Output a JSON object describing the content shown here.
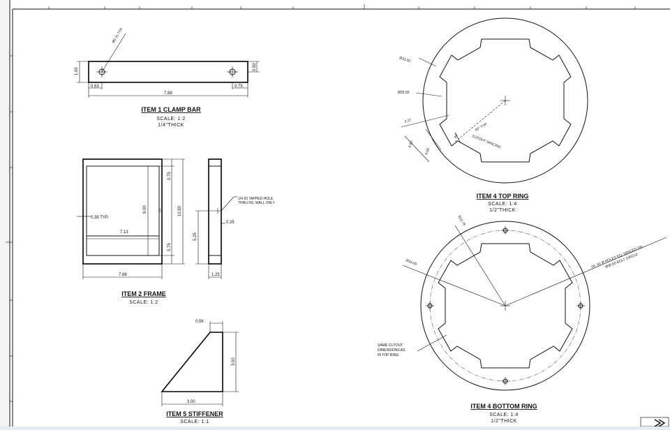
{
  "item1": {
    "title": "ITEM 1 CLAMP BAR",
    "scale": "SCALE: 1:2",
    "thick": "1/4\"THICK",
    "hole_dim": "Ø0.31 TYP.",
    "height": "1.00",
    "hole_v": "0.50",
    "left_hole": "0.63",
    "right_hole": "0.75",
    "length": "7.88"
  },
  "item2": {
    "title": "ITEM 2 FRAME",
    "scale": "SCALE: 1:2",
    "inner_h": "9.00",
    "overall_h": "10.50",
    "top_offset": "0.75",
    "bot_offset": "0.75",
    "left_typ": "0.38 TYP.",
    "inner_w": "7.13",
    "overall_w": "7.88",
    "tap_note_1": "1/4-20 TAPPED HOLE",
    "tap_note_2": "THRU NS. WALL ONLY",
    "side_h": "5.25",
    "side_off": "0.25",
    "side_w": "1.25"
  },
  "item4top": {
    "title": "ITEM 4 TOP RING",
    "scale": "SCALE: 1:4",
    "thick": "1/2\"THICK",
    "od": "Ø33.00",
    "id": "Ø25.50",
    "d1": "3.27",
    "d2": "4.00",
    "d3": "4.00",
    "ang": "60°",
    "cutout_1": "60° TYP.",
    "cutout_2": "CUTOUT SPACING"
  },
  "item4bot": {
    "title": "ITEM 4 BOTTOM RING",
    "scale": "SCALE: 1:4",
    "thick": "1/2\"THICK",
    "od": "Ø33.00",
    "r": "R12.75",
    "holes_1": "(4) .81 Ø HOLES EQ. SPACED ON",
    "holes_2": "Ø30.00 BOLT CIRCLE",
    "note_1": "SAME CUTOUT",
    "note_2": "DIMENSIONS AS",
    "note_3": "IN TOP RING"
  },
  "item5": {
    "title": "ITEM 5 STIFFENER",
    "scale": "SCALE: 1:1",
    "top": "0.56",
    "height": "3.00",
    "width": "3.00"
  }
}
